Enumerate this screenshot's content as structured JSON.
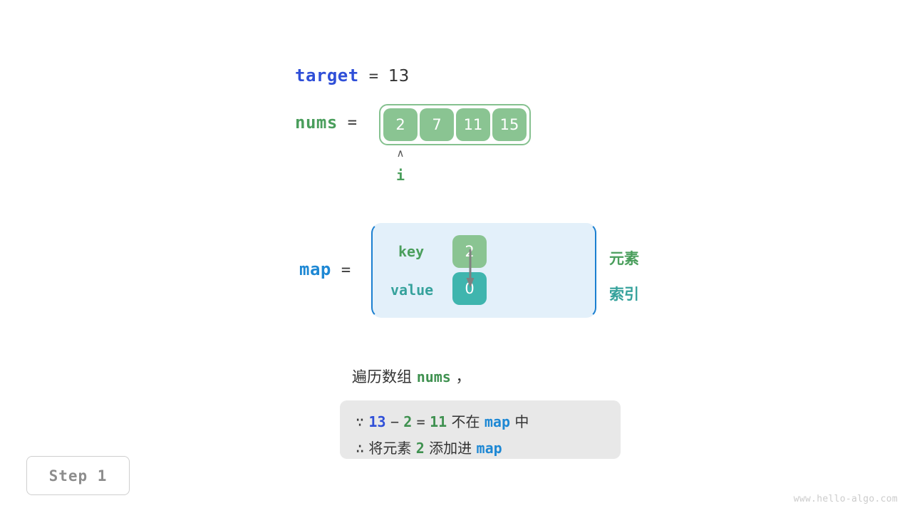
{
  "variables": {
    "target": {
      "name": "target",
      "equals": "=",
      "value": "13"
    },
    "nums": {
      "name": "nums",
      "equals": "=",
      "cells": [
        "2",
        "7",
        "11",
        "15"
      ]
    },
    "map": {
      "name": "map",
      "equals": "=",
      "key_label": "key",
      "value_label": "value",
      "key_cell": "2",
      "value_cell": "0"
    }
  },
  "pointer": {
    "caret": "∧",
    "label": "i"
  },
  "legend": {
    "element": "元素",
    "index": "索引"
  },
  "caption": {
    "prefix": "遍历数组",
    "code": "nums",
    "suffix": "，"
  },
  "note": {
    "line1": {
      "symbol": "∵",
      "target": "13",
      "minus": "−",
      "num": "2",
      "equals": "=",
      "result": "11",
      "text_mid": "不在",
      "map": "map",
      "text_end": "中"
    },
    "line2": {
      "symbol": "∴",
      "text_start": "将元素",
      "num": "2",
      "text_mid": "添加进",
      "map": "map"
    }
  },
  "step": {
    "label": "Step 1"
  },
  "watermark": {
    "text": "www.hello-algo.com"
  },
  "colors": {
    "target_blue": "#2f4fd8",
    "nums_green": "#4a9e5c",
    "map_blue": "#1e88d4",
    "cell_green": "#8ac492",
    "cell_teal": "#3fb5ae",
    "map_bg": "#e3f0fa",
    "note_bg": "#e8e8e8",
    "arrow_gray": "#808080"
  }
}
